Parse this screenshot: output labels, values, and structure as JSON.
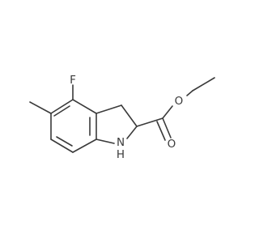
{
  "structure": {
    "atoms": {
      "fluorine": "F",
      "oxygen_carbonyl": "O",
      "oxygen_ester": "O",
      "nitrogen": "N",
      "nitrogen_hydrogen": "H"
    }
  },
  "colors": {
    "bond": "#3a3a3a",
    "background": "#ffffff"
  }
}
